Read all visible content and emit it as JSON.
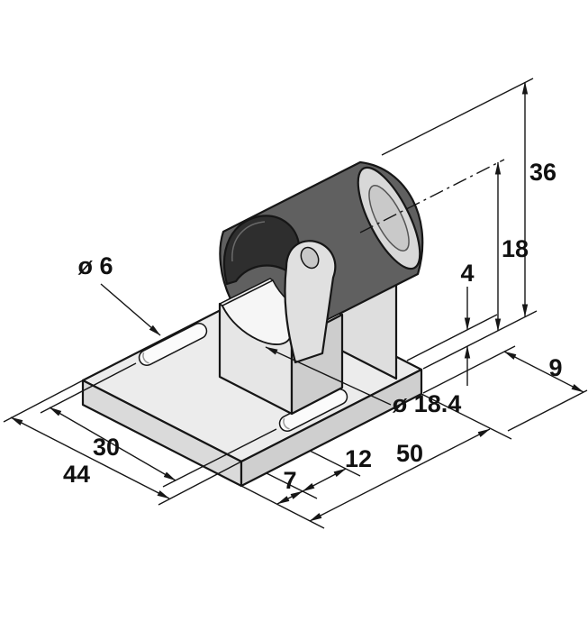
{
  "drawing": {
    "description": "isometric dimensioned technical drawing of a sensor mounting bracket with clamp",
    "colors": {
      "background": "#ffffff",
      "line": "#161616",
      "body_light": "#ececec",
      "body_mid": "#dcdcdc",
      "body_dark": "#606060",
      "clamp_black": "#2e2e2e"
    },
    "dimensions": {
      "slot_diameter": "ø 6",
      "bore_diameter": "ø 18.4",
      "total_height": "36",
      "axis_height": "18",
      "step_height": "4",
      "flange_width": "9",
      "plate_length": "50",
      "slot_length": "12",
      "slot_edge_offset": "7",
      "slot_spacing": "30",
      "plate_width": "44"
    }
  }
}
